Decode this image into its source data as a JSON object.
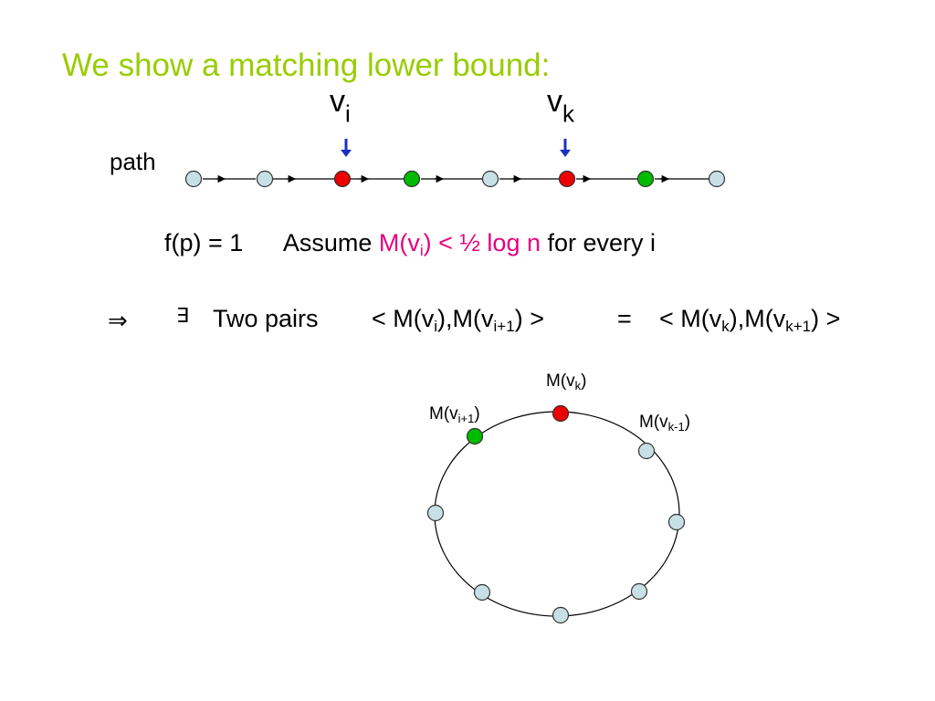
{
  "title": "We show a matching lower bound:",
  "labels": {
    "vi_base": "v",
    "vi_sub": "i",
    "vk_base": "v",
    "vk_sub": "k",
    "path": "path"
  },
  "assume_line": {
    "fp": "f(p) = 1",
    "assume": "Assume",
    "m_open": "M(v",
    "m_sub": "i",
    "m_rest": ") < ½ log n",
    "tail": "for every i"
  },
  "implies_line": {
    "implies": "⇒",
    "exists": "∃",
    "two_pairs": "Two pairs",
    "p1_a": "< M(v",
    "p1_sub1": "i",
    "p1_b": "),M(v",
    "p1_sub2": "i+1",
    "p1_c": ") >",
    "eq": "=",
    "p2_a": "< M(v",
    "p2_sub1": "k",
    "p2_b": "),M(v",
    "p2_sub2": "k+1",
    "p2_c": ") >"
  },
  "cycle_labels": {
    "mvk_base": "M(v",
    "mvk_sub": "k",
    "mvk_close": ")",
    "mvi1_base": "M(v",
    "mvi1_sub": "i+1",
    "mvi1_close": ")",
    "mvk1_base": "M(v",
    "mvk1_sub": "k-1",
    "mvk1_close": ")"
  },
  "colors": {
    "title": "#99cc00",
    "highlight_text": "#e6007e",
    "node_default": "#c6e0e6",
    "node_red": "#ee0000",
    "node_green": "#00bb00",
    "pointer_arrow": "#1f2fbf"
  },
  "path_nodes": [
    "default",
    "default",
    "red",
    "green",
    "default",
    "red",
    "green",
    "default"
  ],
  "cycle_nodes": [
    "red",
    "default",
    "default",
    "default",
    "default",
    "default",
    "default",
    "default",
    "green"
  ]
}
